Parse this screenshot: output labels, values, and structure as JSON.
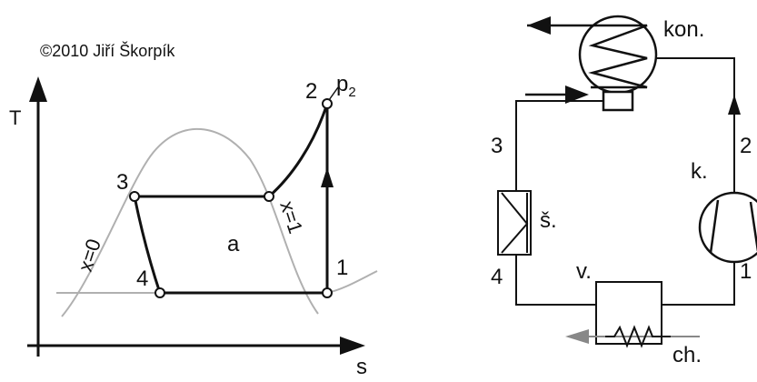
{
  "copyright": "©2010 Jiří Škorpík",
  "ts_diagram": {
    "axis_y_label": "T",
    "axis_x_label": "s",
    "point_labels": {
      "p1": "1",
      "p2": "2",
      "p3": "3",
      "p4": "4"
    },
    "pressure_label": "p",
    "pressure_subscript": "2",
    "region_label": "a",
    "x0_label": "x=0",
    "x1_label": "x=1"
  },
  "schematic": {
    "condenser_label": "kon.",
    "compressor_label": "k.",
    "valve_label": "š.",
    "evaporator_label": "v.",
    "cold_label": "ch.",
    "node_labels": {
      "n1": "1",
      "n2": "2",
      "n3": "3",
      "n4": "4"
    }
  }
}
